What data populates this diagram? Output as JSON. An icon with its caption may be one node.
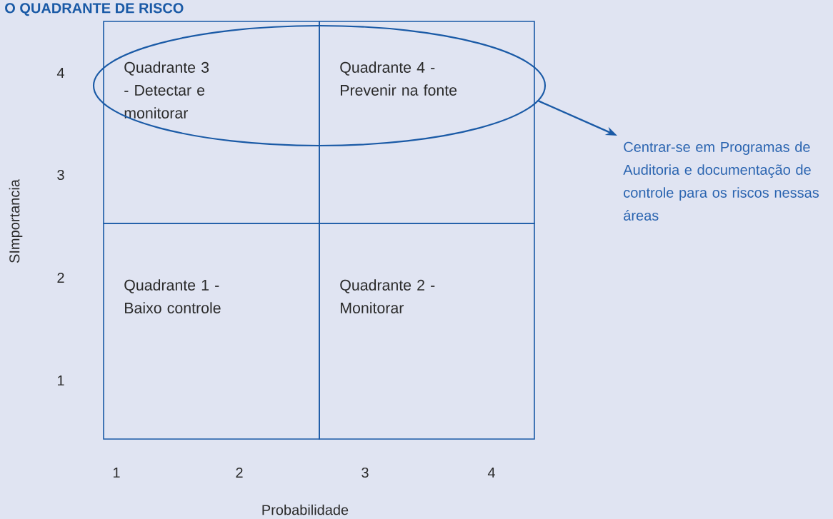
{
  "diagram": {
    "title": "O QUADRANTE DE RISCO",
    "nodes": [
      {
        "text": [
          "Quadrante 3 - Detectar e monitorar"
        ]
      },
      {
        "text": [
          "Quadrante 4 - Prevenir na fonte"
        ]
      },
      {
        "text": [
          "Quadrante 1 - Baixo controle"
        ]
      },
      {
        "text": [
          "Quadrante 2 - Monitorar"
        ]
      },
      {
        "text": [],
        "shape": "ellipse"
      },
      {
        "text": [
          "Centrar-se em Programas de Auditoria e documentação de controle para os riscos nessas áreas"
        ]
      }
    ],
    "edges": [
      {
        "from": 4,
        "to": 5,
        "arrow": "to"
      }
    ],
    "labels": [
      "4",
      "3",
      "SImportancia",
      "2",
      "1",
      "1",
      "2",
      "3",
      "4",
      "Probabilidade"
    ]
  }
}
